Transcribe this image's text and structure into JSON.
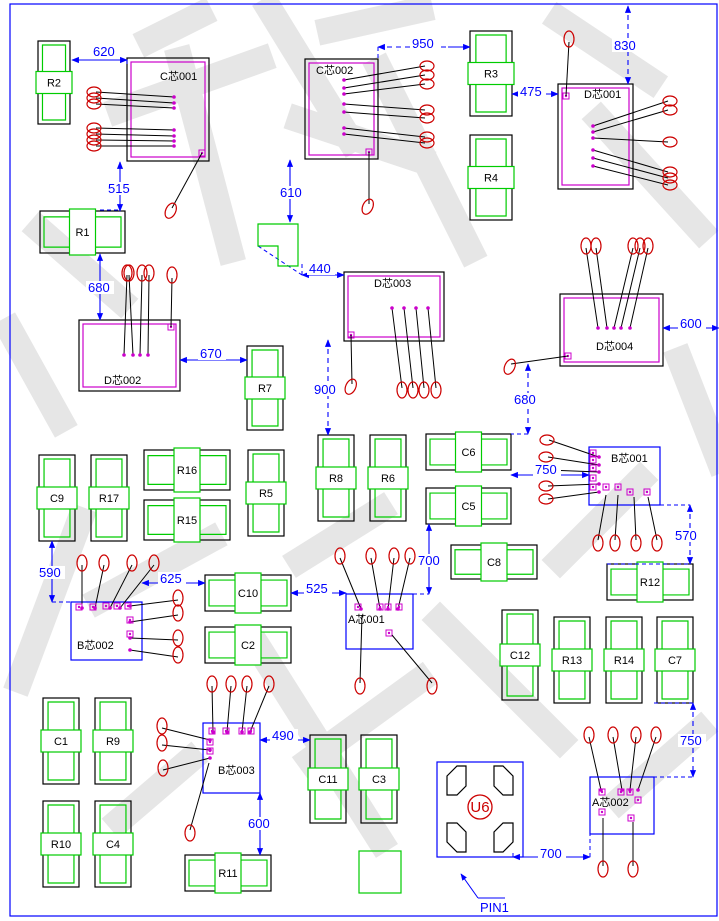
{
  "colors": {
    "body": "#000000",
    "pad": "#00cc00",
    "chip": "#cc00cc",
    "wire": "#000000",
    "lead": "#cc0000",
    "dim": "#0000ff",
    "border": "#0000ff",
    "watermark": "#e4e4e4"
  },
  "resistors": [
    {
      "id": "r2",
      "label": "R2"
    },
    {
      "id": "r3",
      "label": "R3"
    },
    {
      "id": "r4",
      "label": "R4"
    },
    {
      "id": "r1",
      "label": "R1"
    },
    {
      "id": "r7",
      "label": "R7"
    },
    {
      "id": "r8",
      "label": "R8"
    },
    {
      "id": "r6",
      "label": "R6"
    },
    {
      "id": "c6",
      "label": "C6"
    },
    {
      "id": "c5",
      "label": "C5"
    },
    {
      "id": "c9",
      "label": "C9"
    },
    {
      "id": "r17",
      "label": "R17"
    },
    {
      "id": "r16",
      "label": "R16"
    },
    {
      "id": "r15",
      "label": "R15"
    },
    {
      "id": "r5",
      "label": "R5"
    },
    {
      "id": "c8",
      "label": "C8"
    },
    {
      "id": "r12",
      "label": "R12"
    },
    {
      "id": "c10",
      "label": "C10"
    },
    {
      "id": "c2",
      "label": "C2"
    },
    {
      "id": "c12",
      "label": "C12"
    },
    {
      "id": "r13",
      "label": "R13"
    },
    {
      "id": "r14",
      "label": "R14"
    },
    {
      "id": "c7",
      "label": "C7"
    },
    {
      "id": "c1",
      "label": "C1"
    },
    {
      "id": "r9",
      "label": "R9"
    },
    {
      "id": "r10",
      "label": "R10"
    },
    {
      "id": "c4",
      "label": "C4"
    },
    {
      "id": "c11",
      "label": "C11"
    },
    {
      "id": "c3",
      "label": "C3"
    },
    {
      "id": "r11",
      "label": "R11"
    }
  ],
  "chips": [
    {
      "id": "c001",
      "label": "C芯001"
    },
    {
      "id": "c002",
      "label": "C芯002"
    },
    {
      "id": "d001",
      "label": "D芯001"
    },
    {
      "id": "d002",
      "label": "D芯002"
    },
    {
      "id": "d003",
      "label": "D芯003"
    },
    {
      "id": "d004",
      "label": "D芯004"
    },
    {
      "id": "b001",
      "label": "B芯001"
    },
    {
      "id": "b002",
      "label": "B芯002"
    },
    {
      "id": "a001",
      "label": "A芯001"
    },
    {
      "id": "b003",
      "label": "B芯003"
    },
    {
      "id": "a002",
      "label": "A芯002"
    }
  ],
  "dimensions": [
    {
      "id": "d620",
      "label": "620"
    },
    {
      "id": "d950",
      "label": "950"
    },
    {
      "id": "d830",
      "label": "830"
    },
    {
      "id": "d475",
      "label": "475"
    },
    {
      "id": "d515",
      "label": "515"
    },
    {
      "id": "d610",
      "label": "610"
    },
    {
      "id": "d440",
      "label": "440"
    },
    {
      "id": "d680a",
      "label": "680"
    },
    {
      "id": "d670",
      "label": "670"
    },
    {
      "id": "d600a",
      "label": "600"
    },
    {
      "id": "d900",
      "label": "900"
    },
    {
      "id": "d680b",
      "label": "680"
    },
    {
      "id": "d750a",
      "label": "750"
    },
    {
      "id": "d570",
      "label": "570"
    },
    {
      "id": "d590",
      "label": "590"
    },
    {
      "id": "d625",
      "label": "625"
    },
    {
      "id": "d525",
      "label": "525"
    },
    {
      "id": "d700a",
      "label": "700"
    },
    {
      "id": "d490",
      "label": "490"
    },
    {
      "id": "d750b",
      "label": "750"
    },
    {
      "id": "d600b",
      "label": "600"
    },
    {
      "id": "d700b",
      "label": "700"
    }
  ],
  "u6": {
    "label": "U6"
  },
  "pin1": {
    "label": "PIN1"
  },
  "watermark": {
    "text": "华宇电子 华宇电子"
  }
}
